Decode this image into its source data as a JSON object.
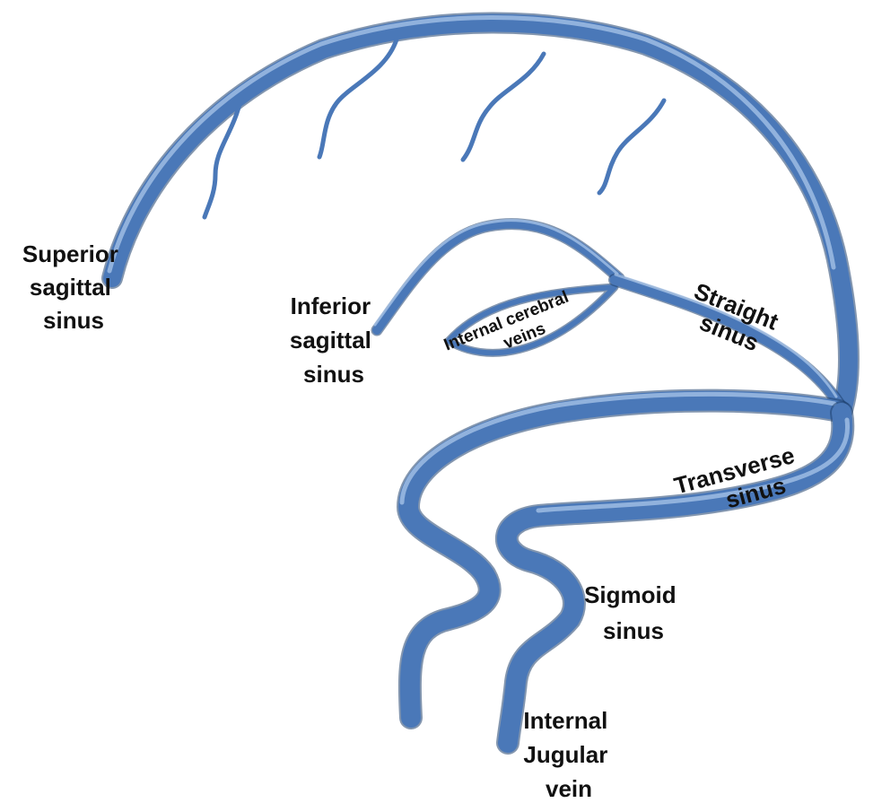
{
  "colors": {
    "vessel": "#4a78b8",
    "vessel_dark": "#1d3f6e",
    "vessel_highlight": "#a9c6ea",
    "label": "#111111",
    "background": "#ffffff"
  },
  "labels": {
    "superior_sagittal_sinus": [
      "Superior",
      "sagittal",
      "sinus"
    ],
    "inferior_sagittal_sinus": [
      "Inferior",
      "sagittal",
      "sinus"
    ],
    "internal_cerebral_veins": [
      "Internal cerebral",
      "veins"
    ],
    "straight_sinus": [
      "Straight",
      "sinus"
    ],
    "transverse_sinus": [
      "Transverse",
      "sinus"
    ],
    "sigmoid_sinus": [
      "Sigmoid",
      "sinus"
    ],
    "internal_jugular_vein": [
      "Internal",
      "Jugular",
      "vein"
    ]
  }
}
